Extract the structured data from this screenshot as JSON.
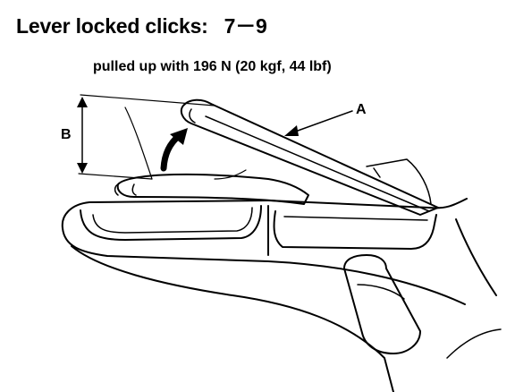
{
  "heading": {
    "label": "Lever locked clicks:",
    "value": "7－9"
  },
  "note": "pulled up with 196 N (20 kgf, 44 lbf)",
  "callouts": {
    "a": "A",
    "b": "B"
  },
  "colors": {
    "ink": "#000000",
    "paper": "#ffffff"
  }
}
